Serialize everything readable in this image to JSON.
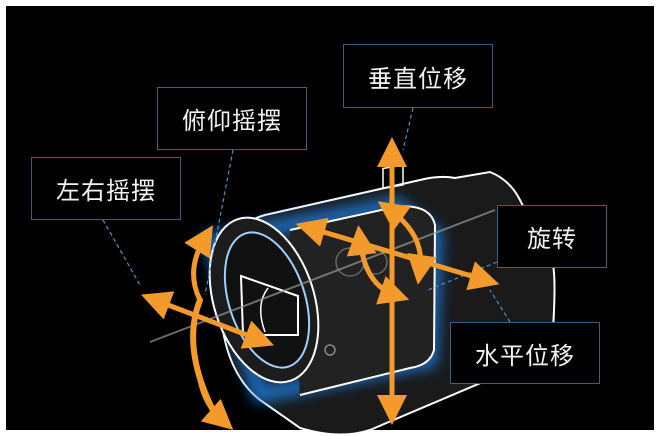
{
  "labels": {
    "vertical_shift": "垂直位移",
    "pitch": "俯仰摇摆",
    "yaw": "左右摇摆",
    "roll": "旋转",
    "horizontal_shift": "水平位移"
  },
  "colors": {
    "arrow": "#f39a2a",
    "glow": "#1e8cff",
    "outline": "#ffffff",
    "box_border": "#3d5f7e"
  }
}
